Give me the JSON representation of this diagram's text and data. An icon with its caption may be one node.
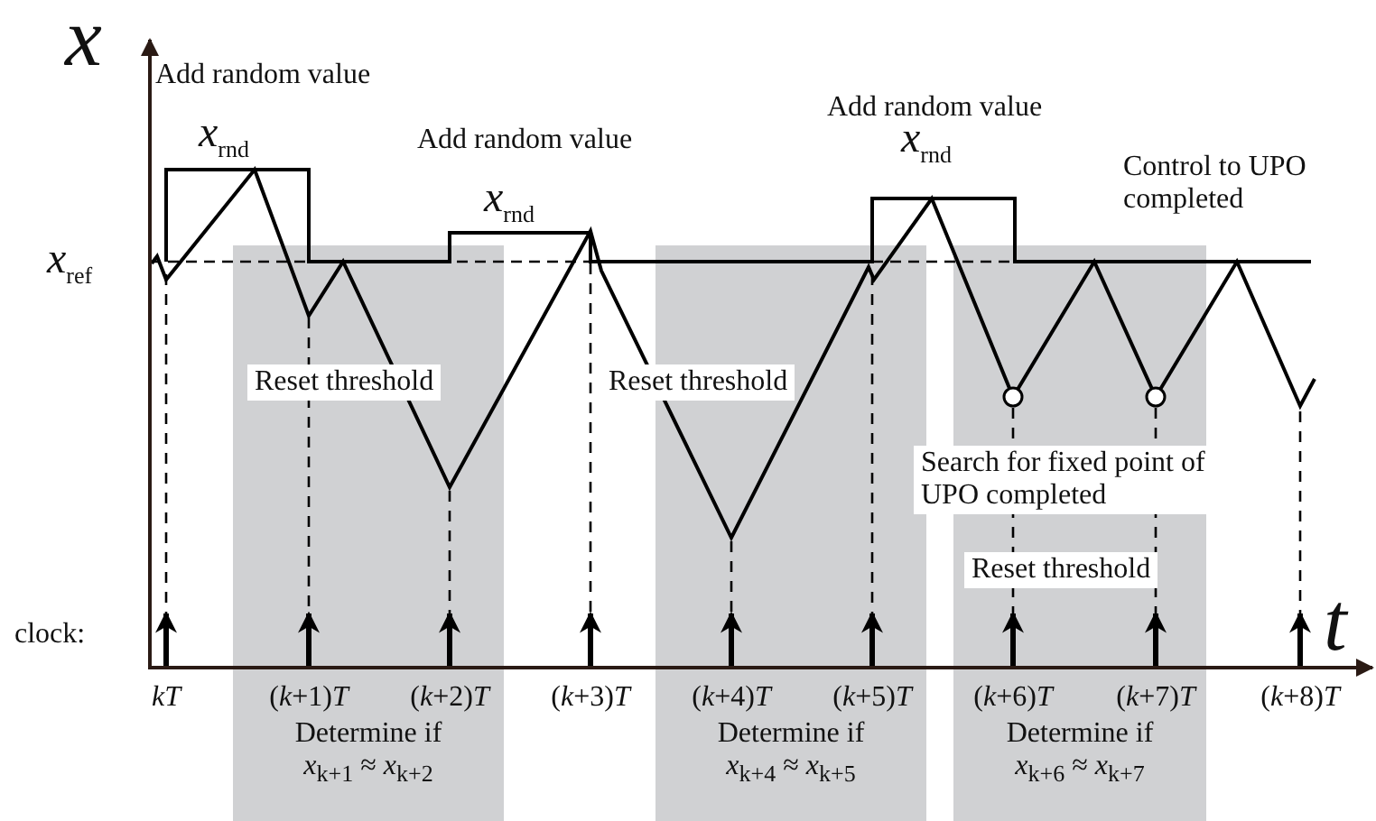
{
  "diagram": {
    "labels": [
      "x",
      "Add random value",
      "Add random value",
      "*x*$_{rnd}$",
      "Add random value",
      "*x*$_{rnd}$",
      "Control to UPO completed",
      "*x*$_{rnd}$",
      "*x*$_{ref}$",
      "Reset threshold",
      "Reset threshold",
      "Search for fixed point of UPO completed",
      "Reset threshold",
      "clock:",
      "t",
      "*kT*",
      "(*k*+1)*T*",
      "(*k*+2)*T*",
      "(*k*+3)*T*",
      "(*k*+4)*T*",
      "(*k*+5)*T*",
      "(*k*+6)*T*",
      "(*k*+7)*T*",
      "(*k*+8)*T*",
      "Determine if *x*$_{k+1}$ ≈ *x*$_{k+2}$",
      "Determine if *x*$_{k+4}$ ≈ *x*$_{k+5}$",
      "Determine if *x*$_{k+6}$ ≈ *x*$_{k+7}$"
    ]
  }
}
